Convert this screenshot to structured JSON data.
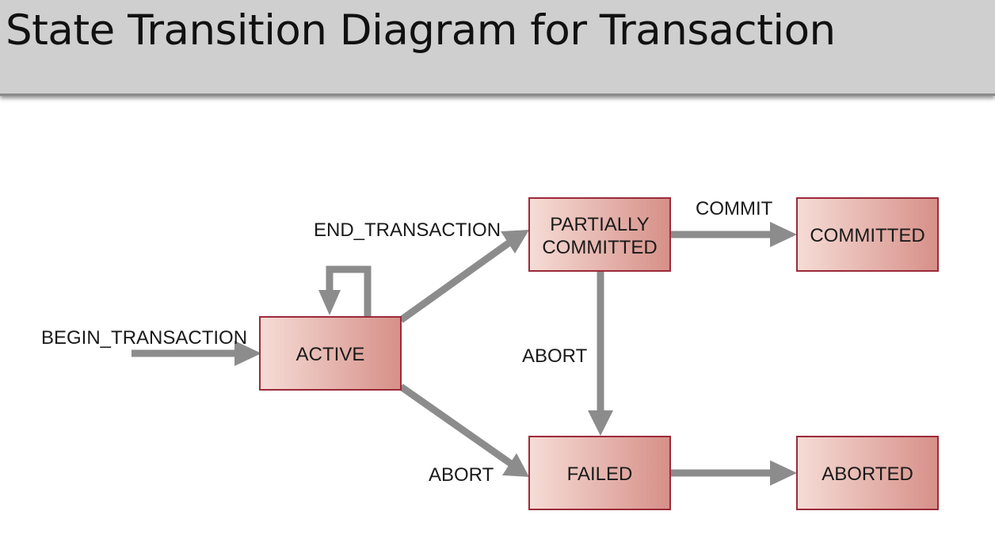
{
  "title": "State Transition Diagram for Transaction",
  "colors": {
    "node_fill_start": "#f6dcd6",
    "node_fill_end": "#d69088",
    "node_border": "#9c2a3a",
    "arrow": "#8c8c8c",
    "header_bg": "#cfcfcf"
  },
  "states": {
    "active": "ACTIVE",
    "partially_committed_line1": "PARTIALLY",
    "partially_committed_line2": "COMMITTED",
    "committed": "COMMITTED",
    "failed": "FAILED",
    "aborted": "ABORTED"
  },
  "transitions": {
    "begin": "BEGIN_TRANSACTION",
    "end": "END_TRANSACTION",
    "commit": "COMMIT",
    "abort_from_partial": "ABORT",
    "abort_from_active": "ABORT"
  }
}
